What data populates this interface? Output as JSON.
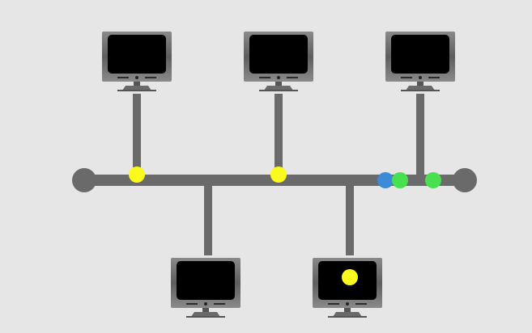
{
  "colors": {
    "background": "#e6e6e6",
    "bus": "#6a6a6a",
    "yellow_packet": "#fafa1e",
    "blue_packet": "#3d8ad9",
    "green_packet": "#48e050"
  },
  "topology": "bus",
  "computers": [
    {
      "id": "pc-top-1",
      "position": "top"
    },
    {
      "id": "pc-top-2",
      "position": "top"
    },
    {
      "id": "pc-top-3",
      "position": "top"
    },
    {
      "id": "pc-bottom-1",
      "position": "bottom"
    },
    {
      "id": "pc-bottom-2",
      "position": "bottom"
    }
  ],
  "packets": [
    {
      "color": "yellow"
    },
    {
      "color": "yellow"
    },
    {
      "color": "blue"
    },
    {
      "color": "green"
    },
    {
      "color": "green"
    },
    {
      "color": "yellow"
    }
  ]
}
